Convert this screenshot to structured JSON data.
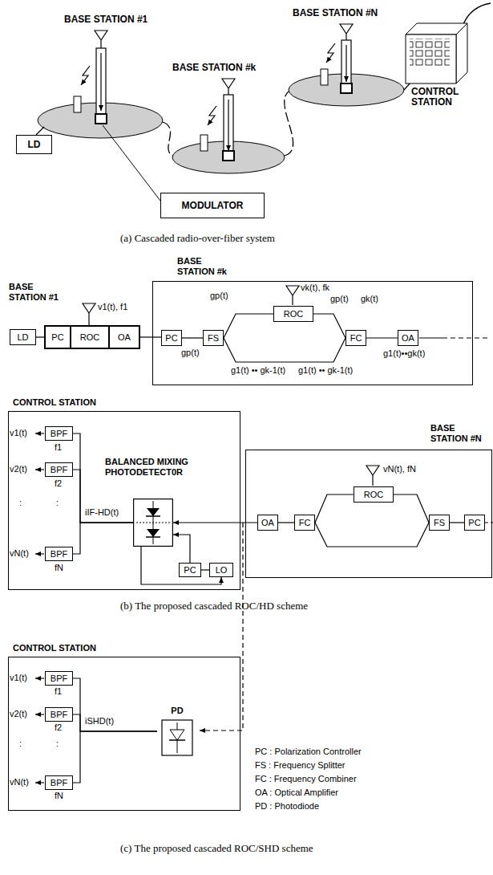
{
  "diagram": {
    "nodes": [
      {
        "text": [
          "LD"
        ]
      },
      {
        "text": [
          "MODULATOR"
        ]
      },
      {
        "text": [
          "CONTROL STATION"
        ]
      },
      {
        "text": [
          "LD"
        ]
      },
      {
        "text": [
          "BASE STATION #1"
        ]
      },
      {
        "text": [
          "PC"
        ],
        "in": 4
      },
      {
        "text": [
          "ROC"
        ],
        "in": 4
      },
      {
        "text": [
          "OA"
        ],
        "in": 4
      },
      {
        "text": [
          "BASE STATION #k"
        ]
      },
      {
        "text": [
          "PC"
        ],
        "in": 8
      },
      {
        "text": [
          "FS"
        ],
        "in": 8
      },
      {
        "text": [
          "ROC"
        ],
        "in": 8
      },
      {
        "text": [
          "FC"
        ],
        "in": 8
      },
      {
        "text": [
          "OA"
        ],
        "in": 8
      },
      {
        "text": [
          "CONTROL STATION"
        ]
      },
      {
        "text": [
          "BPF"
        ],
        "in": 14
      },
      {
        "text": [
          "BPF"
        ],
        "in": 14
      },
      {
        "text": [
          "BPF"
        ],
        "in": 14
      },
      {
        "text": [
          "BALANCED MIXING PHOTODETECT0R"
        ],
        "in": 14
      },
      {
        "text": [
          "PC"
        ],
        "in": 14
      },
      {
        "text": [
          "LO"
        ],
        "in": 14
      },
      {
        "text": [
          "BASE STATION #N"
        ]
      },
      {
        "text": [
          "OA"
        ],
        "in": 21
      },
      {
        "text": [
          "FC"
        ],
        "in": 21
      },
      {
        "text": [
          "ROC"
        ],
        "in": 21
      },
      {
        "text": [
          "FS"
        ],
        "in": 21
      },
      {
        "text": [
          "PC"
        ],
        "in": 21
      },
      {
        "text": [
          "CONTROL STATION"
        ]
      },
      {
        "text": [
          "BPF"
        ],
        "in": 27
      },
      {
        "text": [
          "BPF"
        ],
        "in": 27
      },
      {
        "text": [
          "BPF"
        ],
        "in": 27
      },
      {
        "text": [
          "PD"
        ],
        "in": 27
      }
    ],
    "edges": [
      {
        "from": 3,
        "to": 5,
        "arrow": "none"
      },
      {
        "from": 7,
        "to": 9,
        "arrow": "none"
      },
      {
        "from": 9,
        "to": 10,
        "arrow": "none"
      },
      {
        "from": 10,
        "to": 11,
        "arrow": "none"
      },
      {
        "from": 11,
        "to": 12,
        "arrow": "none"
      },
      {
        "from": 10,
        "to": 12,
        "arrow": "none"
      },
      {
        "from": 12,
        "to": 13,
        "arrow": "none"
      },
      {
        "from": 26,
        "to": 25,
        "arrow": "none"
      },
      {
        "from": 25,
        "to": 24,
        "arrow": "none"
      },
      {
        "from": 24,
        "to": 23,
        "arrow": "none"
      },
      {
        "from": 25,
        "to": 23,
        "arrow": "none"
      },
      {
        "from": 23,
        "to": 22,
        "arrow": "none"
      },
      {
        "from": 22,
        "to": 18,
        "arrow": "to"
      },
      {
        "from": 18,
        "to": 15,
        "arrow": "none"
      },
      {
        "from": 18,
        "to": 16,
        "arrow": "none"
      },
      {
        "from": 18,
        "to": 17,
        "arrow": "none"
      },
      {
        "from": 20,
        "to": 19,
        "arrow": "none"
      },
      {
        "from": 19,
        "to": 18,
        "arrow": "to"
      },
      {
        "from": 18,
        "to": 20,
        "arrow": "to"
      },
      {
        "from": 31,
        "to": 28,
        "arrow": "none"
      },
      {
        "from": 31,
        "to": 29,
        "arrow": "none"
      },
      {
        "from": 31,
        "to": 30,
        "arrow": "none"
      }
    ],
    "labels": [
      "BASE STATION #N",
      "BASE STATION #1",
      "BASE STATION #k",
      "(a) Cascaded radio-over-fiber system",
      "v1(t), f1",
      "gp(t)",
      "vk(t), fk",
      "gp(t)",
      "gk(t)",
      "gp(t)",
      "g1(t) •• gk-1(t)",
      "g1(t) •• gk-1(t)",
      "g1(t)••gk(t)",
      "v1(t)",
      "f1",
      "v2(t)",
      "f2",
      ":",
      ":",
      "vN(t)",
      "fN",
      "iIF-HD(t)",
      "vN(t), fN",
      "(b) The proposed cascaded ROC/HD scheme",
      "v1(t)",
      "f1",
      "v2(t)",
      "f2",
      ":",
      ":",
      "vN(t)",
      "fN",
      "iSHD(t)",
      "PC : Polarization Controller",
      "FS : Frequency Splitter",
      "FC : Frequency Combiner",
      "OA : Optical Amplifier",
      "PD : Photodiode",
      "(c) The proposed cascaded ROC/SHD scheme"
    ]
  }
}
